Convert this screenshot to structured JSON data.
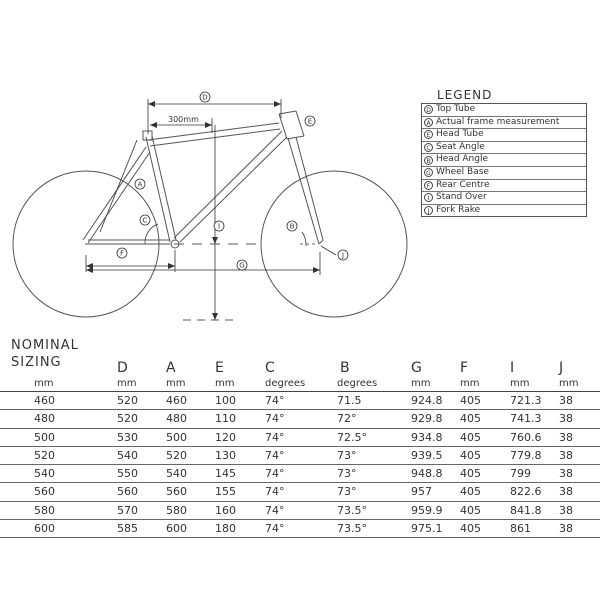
{
  "diagram": {
    "dimension_300": "300mm",
    "callouts": {
      "D": "D",
      "A": "A",
      "E": "E",
      "C": "C",
      "B": "B",
      "F": "F",
      "G": "G",
      "I": "I",
      "J": "J"
    }
  },
  "legend": {
    "title": "LEGEND",
    "items": [
      {
        "key": "D",
        "label": "Top Tube"
      },
      {
        "key": "A",
        "label": "Actual frame measurement"
      },
      {
        "key": "E",
        "label": "Head Tube"
      },
      {
        "key": "C",
        "label": "Seat Angle"
      },
      {
        "key": "B",
        "label": "Head Angle"
      },
      {
        "key": "G",
        "label": "Wheel Base"
      },
      {
        "key": "F",
        "label": "Rear Centre"
      },
      {
        "key": "I",
        "label": "Stand Over"
      },
      {
        "key": "J",
        "label": "Fork Rake"
      }
    ]
  },
  "sizing": {
    "title_line1": "NOMINAL",
    "title_line2": "SIZING",
    "headers": [
      "",
      "D",
      "A",
      "E",
      "C",
      "B",
      "G",
      "F",
      "I",
      "J"
    ],
    "units": [
      "mm",
      "mm",
      "mm",
      "mm",
      "degrees",
      "degrees",
      "mm",
      "mm",
      "mm",
      "mm"
    ],
    "rows": [
      [
        "460",
        "520",
        "460",
        "100",
        "74°",
        "71.5",
        "924.8",
        "405",
        "721.3",
        "38"
      ],
      [
        "480",
        "520",
        "480",
        "110",
        "74°",
        "72°",
        "929.8",
        "405",
        "741.3",
        "38"
      ],
      [
        "500",
        "530",
        "500",
        "120",
        "74°",
        "72.5°",
        "934.8",
        "405",
        "760.6",
        "38"
      ],
      [
        "520",
        "540",
        "520",
        "130",
        "74°",
        "73°",
        "939.5",
        "405",
        "779.8",
        "38"
      ],
      [
        "540",
        "550",
        "540",
        "145",
        "74°",
        "73°",
        "948.8",
        "405",
        "799",
        "38"
      ],
      [
        "560",
        "560",
        "560",
        "155",
        "74°",
        "73°",
        "957",
        "405",
        "822.6",
        "38"
      ],
      [
        "580",
        "570",
        "580",
        "160",
        "74°",
        "73.5°",
        "959.9",
        "405",
        "841.8",
        "38"
      ],
      [
        "600",
        "585",
        "600",
        "180",
        "74°",
        "73.5°",
        "975.1",
        "405",
        "861",
        "38"
      ]
    ]
  }
}
